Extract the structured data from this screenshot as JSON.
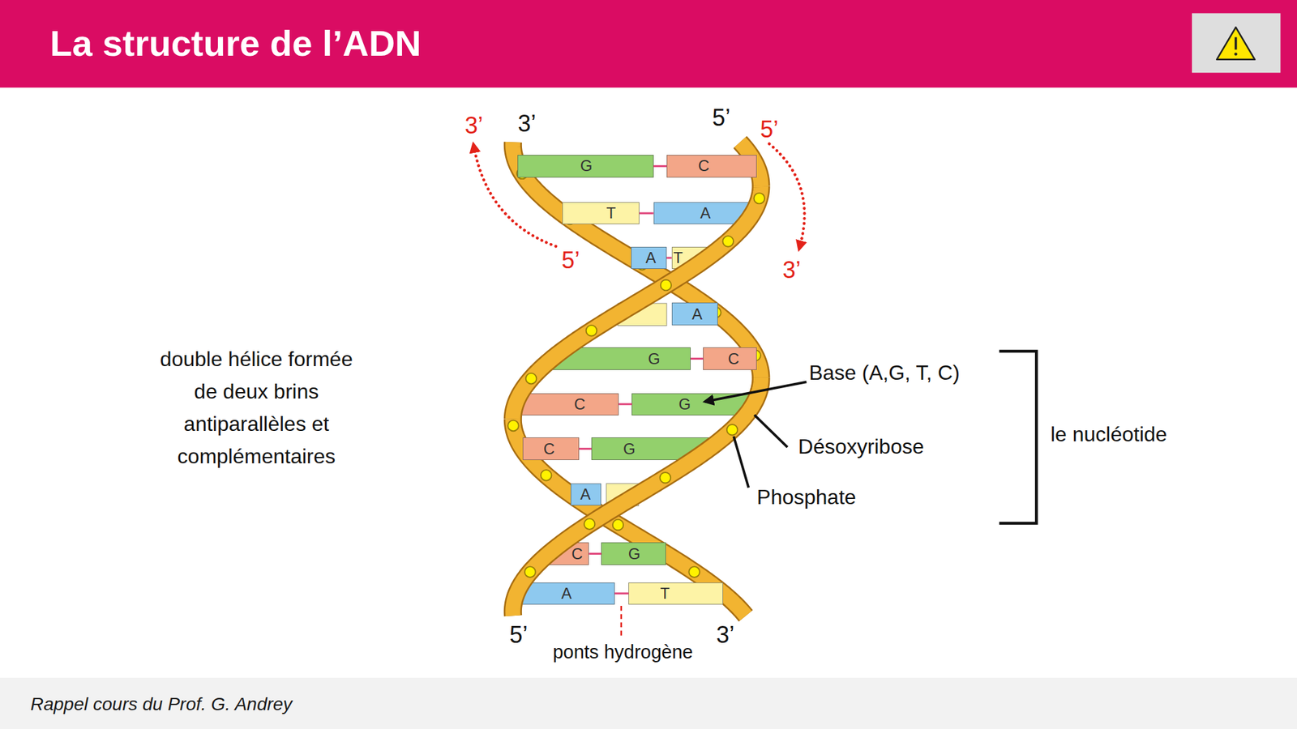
{
  "diagram": {
    "title": "La structure de l’ADN",
    "caption": "Rappel cours du Prof. G. Andrey",
    "nodes": [
      {
        "text": [
          "G"
        ]
      },
      {
        "text": [
          "C"
        ]
      },
      {
        "text": [
          "T"
        ]
      },
      {
        "text": [
          "A"
        ]
      },
      {
        "text": [
          "A"
        ]
      },
      {
        "text": [
          "T"
        ]
      },
      {
        "text": [
          "A"
        ]
      },
      {
        "text": [
          "G"
        ]
      },
      {
        "text": [
          "C"
        ]
      },
      {
        "text": [
          "C"
        ]
      },
      {
        "text": [
          "G"
        ]
      },
      {
        "text": [
          "C"
        ]
      },
      {
        "text": [
          "G"
        ]
      },
      {
        "text": [
          "A"
        ]
      },
      {
        "text": [
          "C"
        ]
      },
      {
        "text": [
          "G"
        ]
      },
      {
        "text": [
          "A"
        ]
      },
      {
        "text": [
          "T"
        ]
      }
    ],
    "edges": [
      {
        "from": 0,
        "to": 1,
        "arrow": "none"
      },
      {
        "from": 2,
        "to": 3,
        "arrow": "none"
      },
      {
        "from": 4,
        "to": 5,
        "arrow": "none"
      },
      {
        "from": 7,
        "to": 8,
        "arrow": "none"
      },
      {
        "from": 9,
        "to": 10,
        "arrow": "none"
      },
      {
        "from": 11,
        "to": 12,
        "arrow": "none"
      },
      {
        "from": 14,
        "to": 15,
        "arrow": "none"
      },
      {
        "from": 16,
        "to": 17,
        "arrow": "none"
      }
    ],
    "labels": [
      "3’",
      "3’",
      "5’",
      "5’",
      "5’",
      "3’",
      "double hélice formée de deux brins antiparallèles et complémentaires",
      "Base (A,G, T, C)",
      "Désoxyribose",
      "Phosphate",
      "le nucléotide",
      "5’",
      "3’",
      "ponts hydrogène"
    ]
  }
}
